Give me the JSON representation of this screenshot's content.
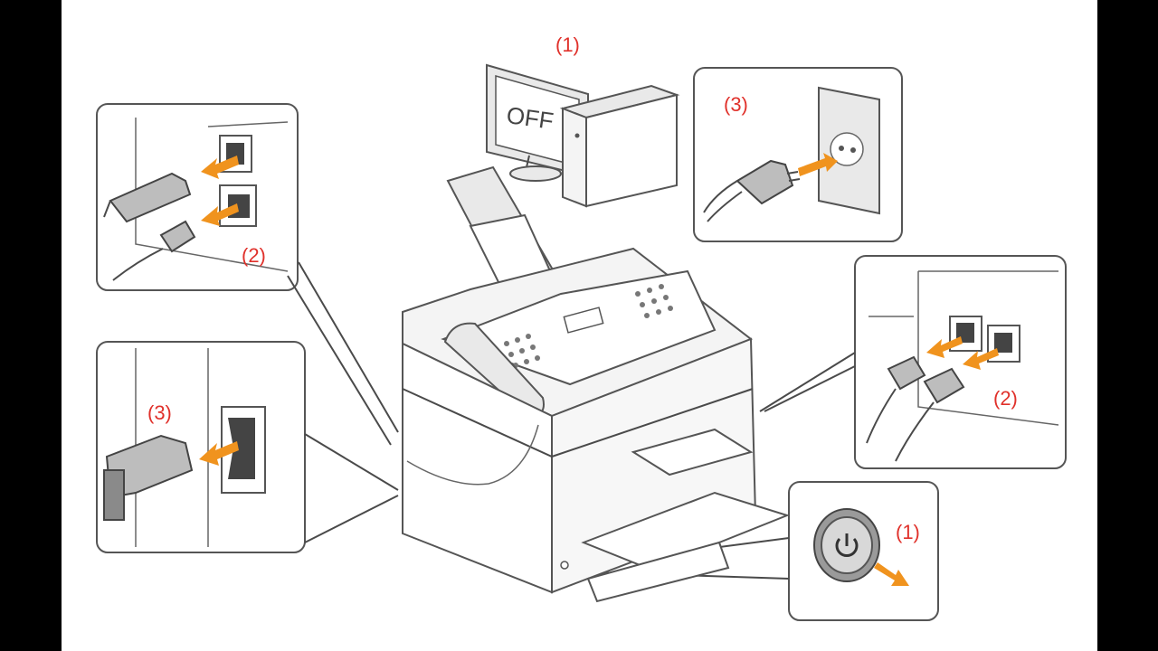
{
  "labels": {
    "computer": "(1)",
    "wall_outlet": "(3)",
    "rear_ports": "(2)",
    "power_inlet": "(3)",
    "phone_ports": "(2)",
    "power_button": "(1)"
  },
  "screen_text": "OFF",
  "colors": {
    "label": "#e0312b",
    "arrow": "#f0931e",
    "frame": "#000000",
    "paper": "#ffffff"
  },
  "icons": [
    "power-icon",
    "arrow-icon"
  ]
}
